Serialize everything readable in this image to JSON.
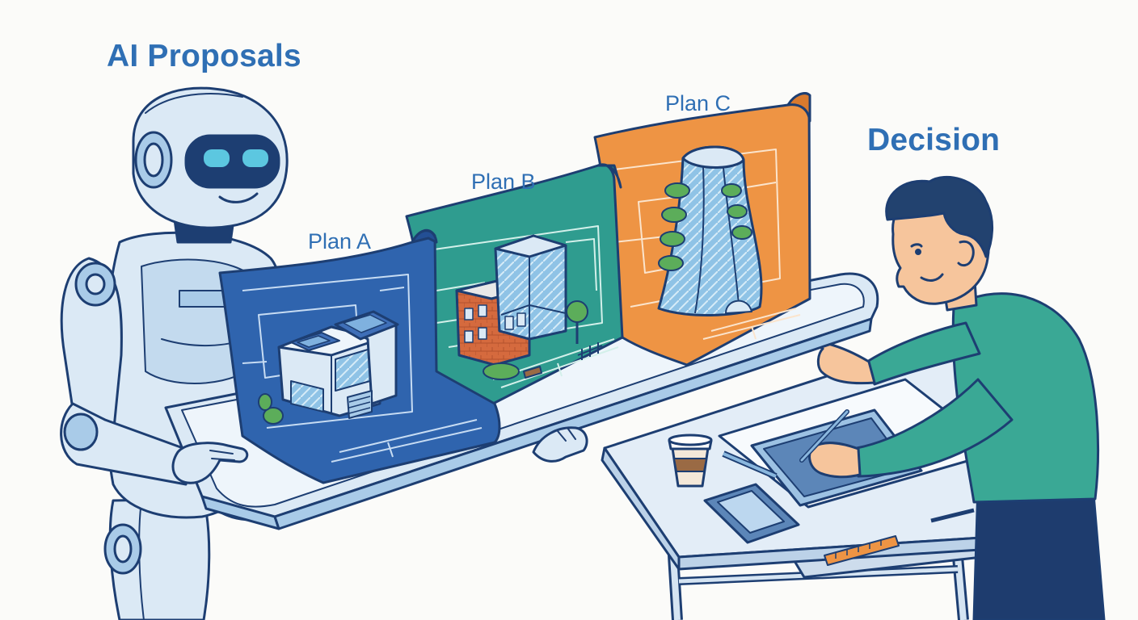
{
  "headings": {
    "left": "AI Proposals",
    "right": "Decision"
  },
  "plans": [
    {
      "label": "Plan A",
      "color": "#2f64ae"
    },
    {
      "label": "Plan B",
      "color": "#2f9c8f"
    },
    {
      "label": "Plan C",
      "color": "#ee9444"
    }
  ],
  "palette": {
    "outline": "#1d3e72",
    "robot_body": "#dbe9f5",
    "robot_shade": "#a9cbe8",
    "visor": "#1d3e72",
    "eyes": "#5cc7e0",
    "shirt": "#3aa895",
    "pants": "#1e3c6e",
    "skin": "#f6c59c",
    "hair": "#22426f",
    "desk": "#e3edf7",
    "greenery": "#5cad5a"
  }
}
